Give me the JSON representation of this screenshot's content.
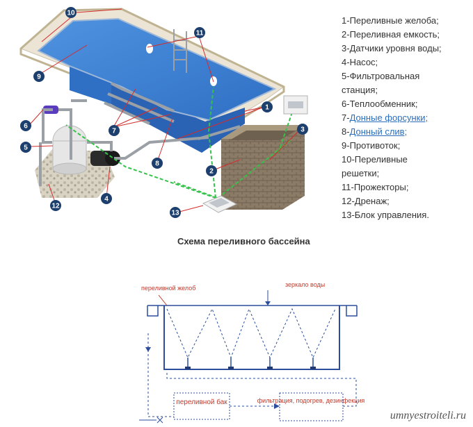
{
  "legend": {
    "items": [
      {
        "num": "1-",
        "text": "Переливные желоба;"
      },
      {
        "num": "2-",
        "text": "Переливная емкость;"
      },
      {
        "num": "3-",
        "text": "Датчики уровня воды;"
      },
      {
        "num": "4-",
        "text": "Насос;"
      },
      {
        "num": "5-",
        "text": "Фильтровальная станция;"
      },
      {
        "num": "6-",
        "text": "Теплообменник;"
      },
      {
        "num": "7-",
        "text": "Донные форсунки;",
        "link": true
      },
      {
        "num": "8-",
        "text": "Донный слив;",
        "link": true
      },
      {
        "num": "9-",
        "text": "Противоток;"
      },
      {
        "num": "10-",
        "text": "Переливные решетки;"
      },
      {
        "num": "11-",
        "text": "Прожекторы;"
      },
      {
        "num": "12-",
        "text": "Дренаж;"
      },
      {
        "num": "13-",
        "text": "Блок управления."
      }
    ]
  },
  "callouts": [
    "1",
    "2",
    "3",
    "4",
    "5",
    "6",
    "7",
    "8",
    "9",
    "10",
    "11",
    "12",
    "13"
  ],
  "caption": "Схема переливного бассейна",
  "diagram": {
    "gutter_label": "переливной желоб",
    "water_label": "зеркало воды",
    "tank_label": "переливной бак",
    "filter_label": "фильтрация, подогрев, дезинфекция"
  },
  "watermark": "umnyestroiteli.ru",
  "colors": {
    "pool_water": "#3a7fd4",
    "pool_wall": "#2f6fc4",
    "deck": "#ece5d6",
    "coping": "#c9b98d",
    "pipe": "#9aa0a6",
    "cable": "#35c24a",
    "callout": "#1d3f6e",
    "leader": "#d52b2b",
    "tank": "#8b7b66",
    "diagram_red": "#c0392b",
    "diagram_blue": "#2b4d9c"
  }
}
